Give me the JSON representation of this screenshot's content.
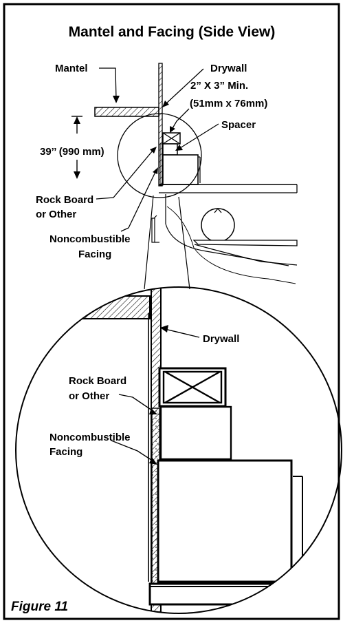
{
  "title": "Mantel and Facing (Side View)",
  "labels": {
    "mantel": "Mantel",
    "drywall": "Drywall",
    "min_size_1": "2” X 3” Min.",
    "min_size_2": "(51mm x 76mm)",
    "spacer": "Spacer",
    "clearance": "39’’ (990 mm)",
    "rock_board_1": "Rock Board",
    "rock_board_2": "or Other",
    "noncombustible_1": "Noncombustible",
    "noncombustible_2": "Facing",
    "detail_drywall": "Drywall",
    "detail_rock_board_1": "Rock Board",
    "detail_rock_board_2": "or Other",
    "detail_noncombustible_1": "Noncombustible",
    "detail_noncombustible_2": "Facing"
  },
  "figure_label": "Figure 11"
}
